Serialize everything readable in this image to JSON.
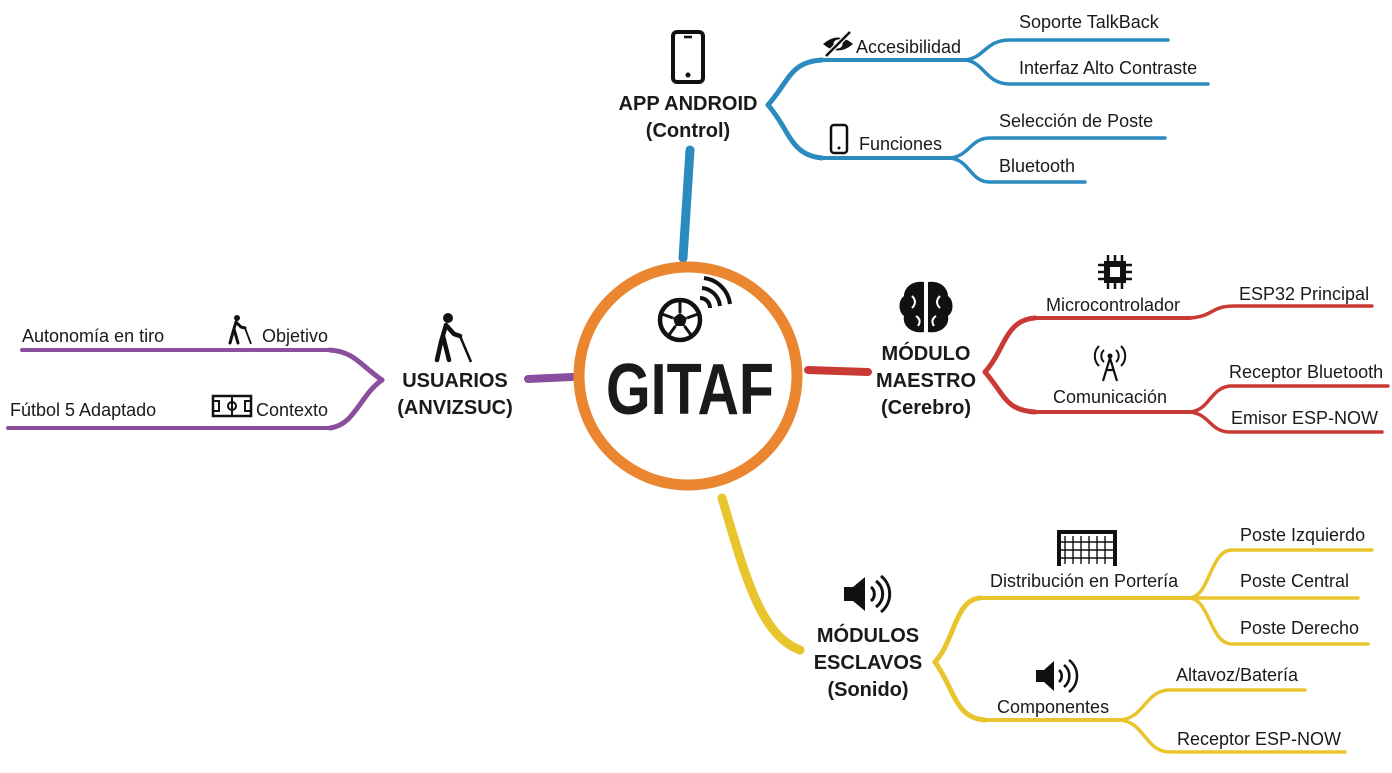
{
  "colors": {
    "center_ring": "#e9862f",
    "app_branch": "#2b8bbf",
    "maestro_branch": "#c93a35",
    "esclavos_branch": "#e8c52c",
    "usuarios_branch": "#8a4f9c",
    "icon": "#111111"
  },
  "center": {
    "title": "GITAF",
    "icon": "soccer-ball-signal-icon"
  },
  "app": {
    "title_line1": "APP ANDROID",
    "title_line2": "(Control)",
    "icon": "smartphone-icon",
    "accesibilidad": {
      "label": "Accesibilidad",
      "icon": "eye-slash-icon",
      "items": [
        "Soporte TalkBack",
        "Interfaz Alto Contraste"
      ]
    },
    "funciones": {
      "label": "Funciones",
      "icon": "smartphone-icon",
      "items": [
        "Selección de Poste",
        "Bluetooth"
      ]
    }
  },
  "maestro": {
    "title_line1": "MÓDULO",
    "title_line2": "MAESTRO",
    "title_line3": "(Cerebro)",
    "icon": "brain-icon",
    "micro": {
      "label": "Microcontrolador",
      "icon": "chip-icon",
      "items": [
        "ESP32 Principal"
      ]
    },
    "comunicacion": {
      "label": "Comunicación",
      "icon": "antenna-icon",
      "items": [
        "Receptor Bluetooth",
        "Emisor ESP-NOW"
      ]
    }
  },
  "esclavos": {
    "title_line1": "MÓDULOS",
    "title_line2": "ESCLAVOS",
    "title_line3": "(Sonido)",
    "icon": "speaker-icon",
    "distribucion": {
      "label": "Distribución en Portería",
      "icon": "goal-net-icon",
      "items": [
        "Poste Izquierdo",
        "Poste Central",
        "Poste Derecho"
      ]
    },
    "componentes": {
      "label": "Componentes",
      "icon": "speaker-icon",
      "items": [
        "Altavoz/Batería",
        "Receptor ESP-NOW"
      ]
    }
  },
  "usuarios": {
    "title_line1": "USUARIOS",
    "title_line2": "(ANVIZSUC)",
    "icon": "blind-person-cane-icon",
    "objetivo": {
      "label": "Objetivo",
      "icon": "blind-person-cane-icon",
      "items": [
        "Autonomía en tiro"
      ]
    },
    "contexto": {
      "label": "Contexto",
      "icon": "soccer-field-icon",
      "items": [
        "Fútbol 5 Adaptado"
      ]
    }
  }
}
